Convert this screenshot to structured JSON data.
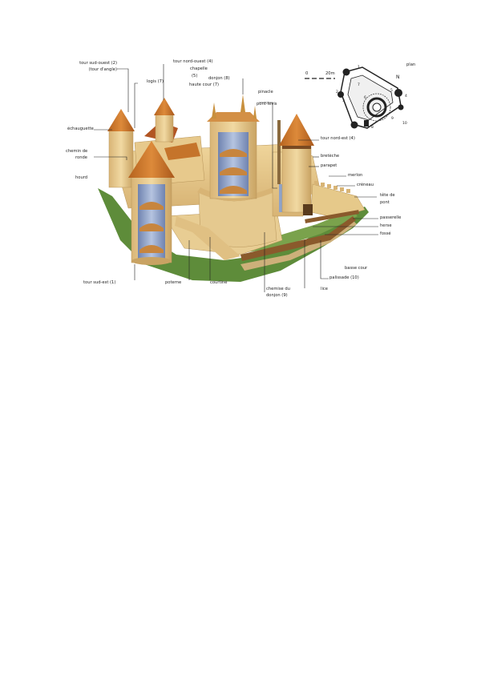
{
  "diagram": {
    "labels": {
      "tour_sud_ouest": "tour sud-ouest (2)",
      "tour_angle": "(tour d'angle)",
      "logis": "logis (7)",
      "tour_nord_ouest": "tour nord-ouest (4)",
      "chapelle": "chapelle",
      "chapelle_num": "(5)",
      "donjon": "donjon (8)",
      "haute_cour": "haute cour (7)",
      "pinacle": "pinacle",
      "pont_levis": "pont-levis",
      "echauguette": "échauguette",
      "tour_nord_est": "tour nord-est (4)",
      "chemin_de_ronde_1": "chemin de",
      "chemin_de_ronde_2": "ronde",
      "hourd": "hourd",
      "breteche": "bretèche",
      "parapet": "parapet",
      "merlon": "merlon",
      "creneau": "créneau",
      "tete_de_pont_1": "tête de",
      "tete_de_pont_2": "pont",
      "passerelle": "passerelle",
      "herse": "herse",
      "fosse": "fossé",
      "basse_cour": "basse cour",
      "palissade": "palissade (10)",
      "tour_sud_est": "tour sud-est (1)",
      "poterne": "poterne",
      "courtine": "courtine",
      "chemise_donjon_1": "chemise du",
      "chemise_donjon_2": "donjon (9)",
      "lice": "lice"
    },
    "plan": {
      "title": "plan",
      "north": "N",
      "scale_zero": "0",
      "scale_label": "20m",
      "numbers": [
        "1",
        "2",
        "3",
        "4",
        "5",
        "6",
        "7",
        "8",
        "9",
        "10"
      ]
    },
    "colors": {
      "stone": "#e6c98a",
      "stone_shadow": "#c9a363",
      "roof": "#c8772b",
      "interior": "#8fa3c9",
      "grass": "#5e8c3a",
      "line": "#222222"
    }
  }
}
